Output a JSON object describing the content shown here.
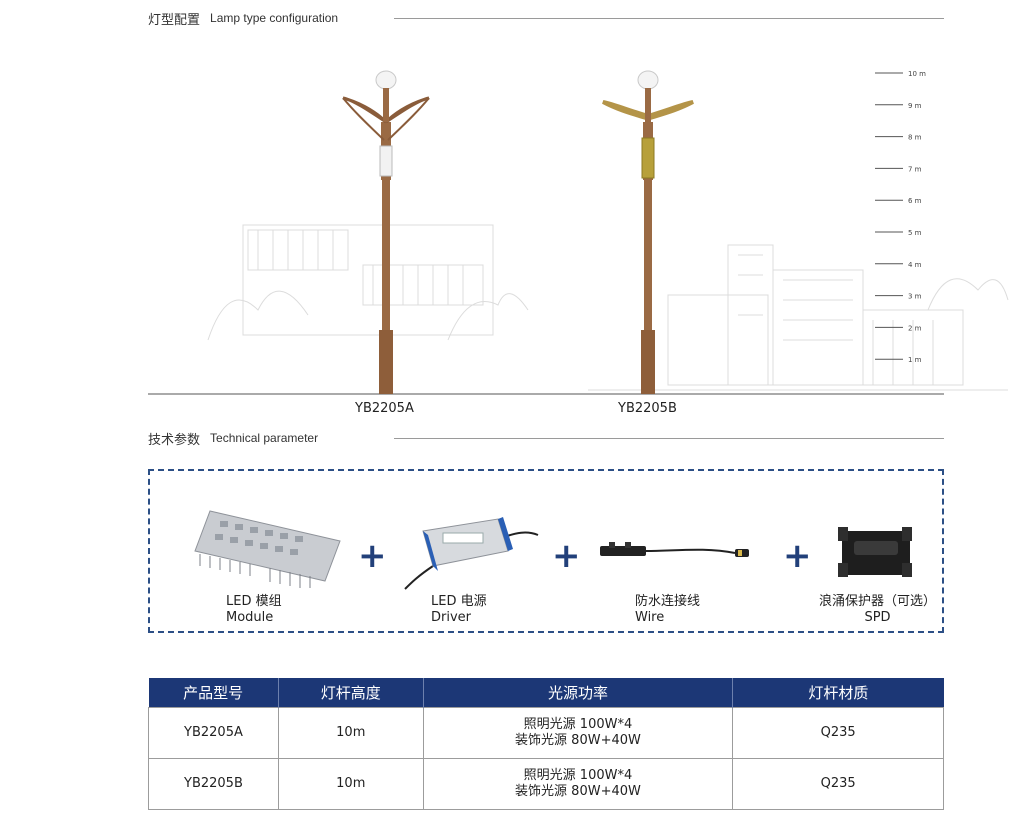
{
  "sections": {
    "lamp_config": {
      "cn": "灯型配置",
      "en": "Lamp type configuration"
    },
    "tech_param": {
      "cn": "技术参数",
      "en": "Technical parameter"
    }
  },
  "scale_marks": [
    "10 m",
    "9 m",
    "8 m",
    "7 m",
    "6 m",
    "5 m",
    "4 m",
    "3 m",
    "2 m",
    "1 m"
  ],
  "models": {
    "a": "YB2205A",
    "b": "YB2205B"
  },
  "components": [
    {
      "cn": "LED 模组",
      "en": "Module"
    },
    {
      "cn": "LED 电源",
      "en": "Driver"
    },
    {
      "cn": "防水连接线",
      "en": "Wire"
    },
    {
      "cn": "浪涌保护器（可选）",
      "en": "SPD"
    }
  ],
  "plus_sign": "+",
  "table": {
    "headers": [
      "产品型号",
      "灯杆高度",
      "光源功率",
      "灯杆材质"
    ],
    "rows": [
      {
        "model": "YB2205A",
        "height": "10m",
        "power": "照明光源 100W*4\n装饰光源 80W+40W",
        "material": "Q235"
      },
      {
        "model": "YB2205B",
        "height": "10m",
        "power": "照明光源 100W*4\n装饰光源 80W+40W",
        "material": "Q235"
      }
    ]
  },
  "colors": {
    "navy": "#1c3776",
    "pole": "#9a6a44",
    "dashed_border": "#2c4f86"
  }
}
